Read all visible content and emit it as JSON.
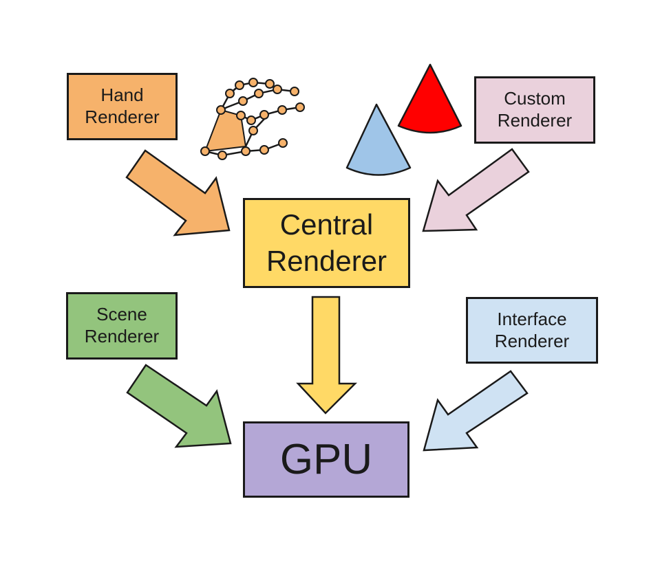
{
  "boxes": {
    "hand": {
      "line1": "Hand",
      "line2": "Renderer",
      "fill": "#F6B26B"
    },
    "custom": {
      "line1": "Custom",
      "line2": "Renderer",
      "fill": "#EAD1DC"
    },
    "central": {
      "line1": "Central",
      "line2": "Renderer",
      "fill": "#FFD966"
    },
    "scene": {
      "line1": "Scene",
      "line2": "Renderer",
      "fill": "#93C47D"
    },
    "interface": {
      "line1": "Interface",
      "line2": "Renderer",
      "fill": "#CFE2F3"
    },
    "gpu": {
      "line1": "GPU",
      "fill": "#B4A7D6"
    }
  },
  "arrows": [
    {
      "from": "Hand Renderer",
      "to": "Central Renderer",
      "fill": "#F6B26B"
    },
    {
      "from": "Custom Renderer",
      "to": "Central Renderer",
      "fill": "#EAD1DC"
    },
    {
      "from": "Central Renderer",
      "to": "GPU",
      "fill": "#FFD966"
    },
    {
      "from": "Scene Renderer",
      "to": "GPU",
      "fill": "#93C47D"
    },
    {
      "from": "Interface Renderer",
      "to": "GPU",
      "fill": "#CFE2F3"
    }
  ],
  "icons": {
    "hand_skeleton": {
      "fill": "#F6B26B"
    },
    "blue_cone": {
      "fill": "#9FC5E8"
    },
    "red_cone": {
      "fill": "#FF0000"
    }
  },
  "stroke": "#1a1a1a"
}
